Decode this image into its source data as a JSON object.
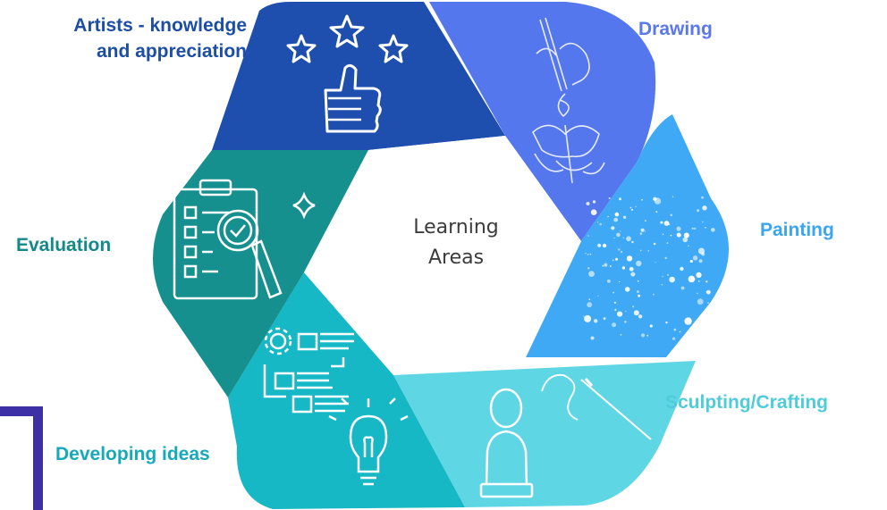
{
  "center": {
    "line1": "Learning",
    "line2": "Areas"
  },
  "segments": [
    {
      "key": "artists",
      "label_lines": [
        "Artists - knowledge",
        "and appreciation"
      ],
      "color": "#1f4fae",
      "label_color": "#1d4ea5",
      "icon": "stars-thumbs-up-icon"
    },
    {
      "key": "drawing",
      "label_lines": [
        "Drawing"
      ],
      "color": "#5577ee",
      "label_color": "#5a78ea",
      "icon": "hand-drawing-butterfly-icon"
    },
    {
      "key": "painting",
      "label_lines": [
        "Painting"
      ],
      "color": "#3fa9f5",
      "label_color": "#3aa6f2",
      "icon": "paint-splatter-icon"
    },
    {
      "key": "sculpting",
      "label_lines": [
        "Sculpting/Crafting"
      ],
      "color": "#5fd6e4",
      "label_color": "#4fcbd9",
      "icon": "bust-sculpture-icon"
    },
    {
      "key": "developing",
      "label_lines": [
        "Developing ideas"
      ],
      "color": "#17b8c5",
      "label_color": "#16aab8",
      "icon": "ideas-checklist-lightbulb-icon"
    },
    {
      "key": "evaluation",
      "label_lines": [
        "Evaluation"
      ],
      "color": "#16908e",
      "label_color": "#138a88",
      "icon": "clipboard-magnifier-icon"
    }
  ],
  "decor": {
    "bracket_color": "#3d2fa6"
  }
}
